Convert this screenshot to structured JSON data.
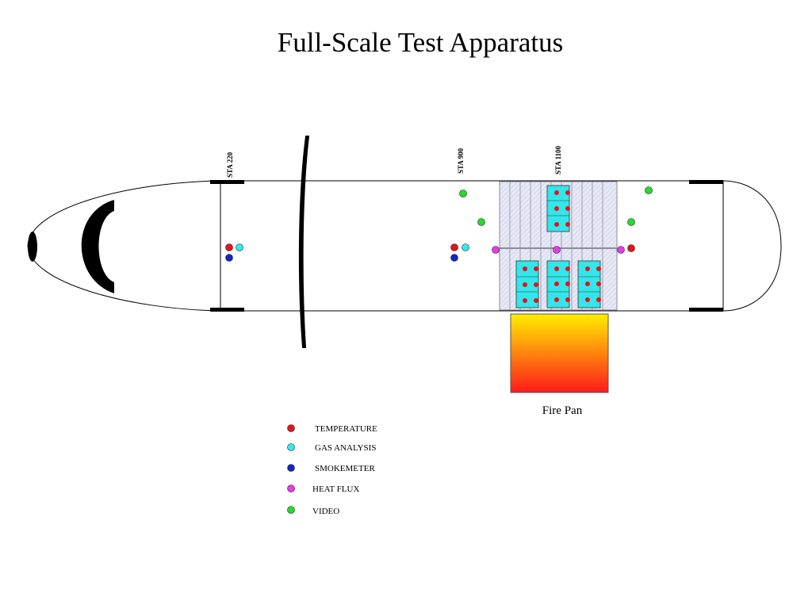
{
  "title": "Full-Scale Test Apparatus",
  "stations": {
    "sta220": "STA 220",
    "sta900": "STA 900",
    "sta1100": "STA 1100"
  },
  "fire_pan_label": "Fire Pan",
  "colors": {
    "temperature": "#e3141b",
    "gas_analysis": "#33e8f0",
    "smokemeter": "#1226c8",
    "heat_flux": "#e43ce6",
    "video": "#22dd2a",
    "seat_fill": "#33e6ea",
    "cabin_panel": "#e3e6f8",
    "fire_top": "#ffee00",
    "fire_bottom": "#ff1a1a"
  },
  "legend": [
    {
      "key": "temperature",
      "label": "TEMPERATURE"
    },
    {
      "key": "gas_analysis",
      "label": "GAS ANALYSIS"
    },
    {
      "key": "smokemeter",
      "label": "SMOKEMETER"
    },
    {
      "key": "heat_flux",
      "label": "HEAT FLUX"
    },
    {
      "key": "video",
      "label": "VIDEO"
    }
  ]
}
